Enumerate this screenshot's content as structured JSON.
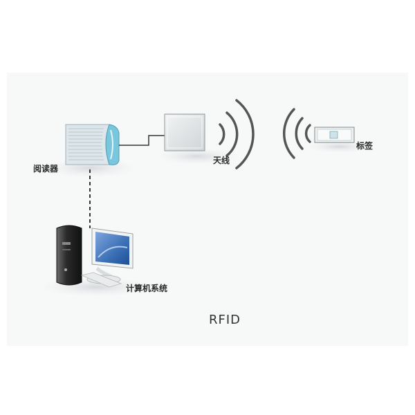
{
  "labels": {
    "reader": "阅读器",
    "antenna": "天线",
    "tag": "标签",
    "computer": "计算机系统",
    "caption": "RFID"
  },
  "icons": {
    "reader": "reader-device-icon",
    "antenna": "antenna-panel-icon",
    "tag": "rfid-tag-icon",
    "computer": "desktop-computer-icon"
  },
  "colors": {
    "reader_body": "#dde6ea",
    "reader_stripes": "#b9c6cc",
    "reader_face": "#78c7dd",
    "antenna_body": "#e4e7e8",
    "wave_stroke": "#555555",
    "monitor_screen": "#3b6fb6",
    "tower": "#2f2f2f"
  }
}
